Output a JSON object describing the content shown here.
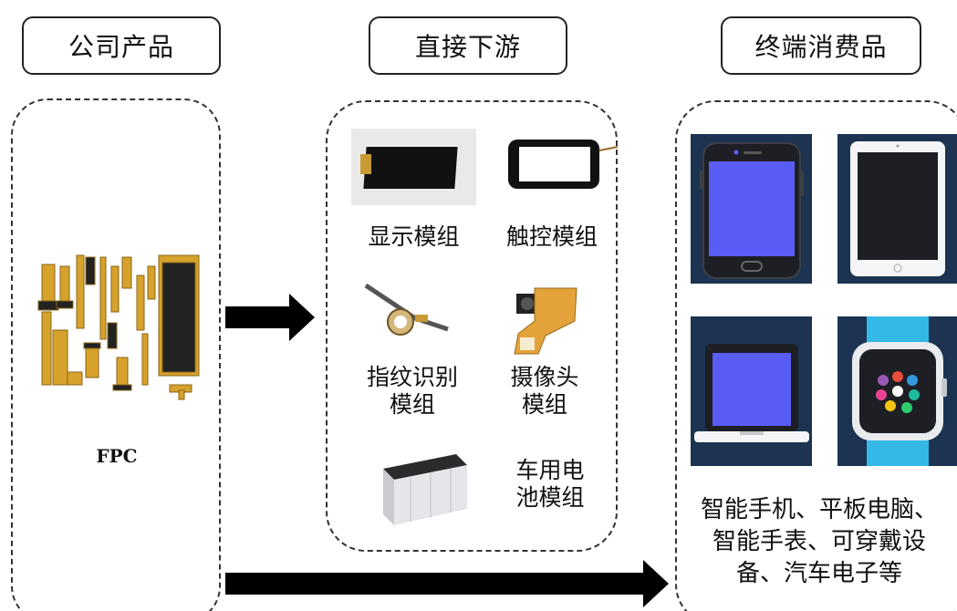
{
  "headers": {
    "company_products": "公司产品",
    "direct_downstream": "直接下游",
    "end_products": "终端消费品"
  },
  "company": {
    "product_label": "FPC"
  },
  "downstream": {
    "items": [
      {
        "line1": "显示模组",
        "line2": ""
      },
      {
        "line1": "触控模组",
        "line2": ""
      },
      {
        "line1": "指纹识别",
        "line2": "模组"
      },
      {
        "line1": "摄像头",
        "line2": "模组"
      },
      {
        "line1": "车用电",
        "line2": "池模组"
      }
    ]
  },
  "end_products": {
    "lines": [
      "智能手机、平板电脑、",
      "智能手表、可穿戴设",
      "备、汽车电子等"
    ]
  },
  "colors": {
    "screen_blue": "#5a5cf6",
    "device_bg": "#1c3451",
    "fpc_gold": "#d7a22c",
    "arrow": "#000000"
  }
}
